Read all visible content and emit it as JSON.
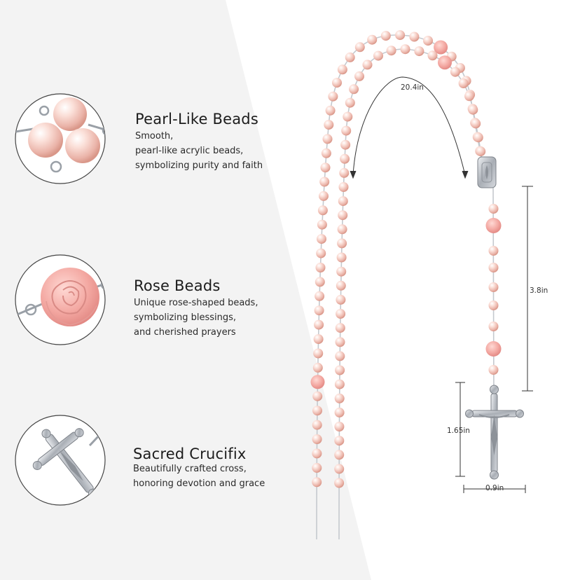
{
  "features": [
    {
      "icon": "pearl-beads-icon",
      "title": "Pearl-Like Beads",
      "description": "Smooth,\npearl-like acrylic beads,\nsymbolizing purity and faith"
    },
    {
      "icon": "rose-bead-icon",
      "title": "Rose Beads",
      "description": "Unique rose-shaped beads,\nsymbolizing blessings,\nand cherished prayers"
    },
    {
      "icon": "crucifix-icon",
      "title": "Sacred Crucifix",
      "description": "Beautifully crafted cross,\nhonoring devotion and grace"
    }
  ],
  "dimensions": {
    "loop_length": "20.4in",
    "drop_length": "3.8in",
    "crucifix_height": "1.65in",
    "crucifix_width": "0.9in"
  },
  "colors": {
    "background": "#ffffff",
    "panel": "#f3f3f3",
    "pearl": "#f4c9bf",
    "rose": "#f2a6a2",
    "silver": "#b8bcc2"
  }
}
